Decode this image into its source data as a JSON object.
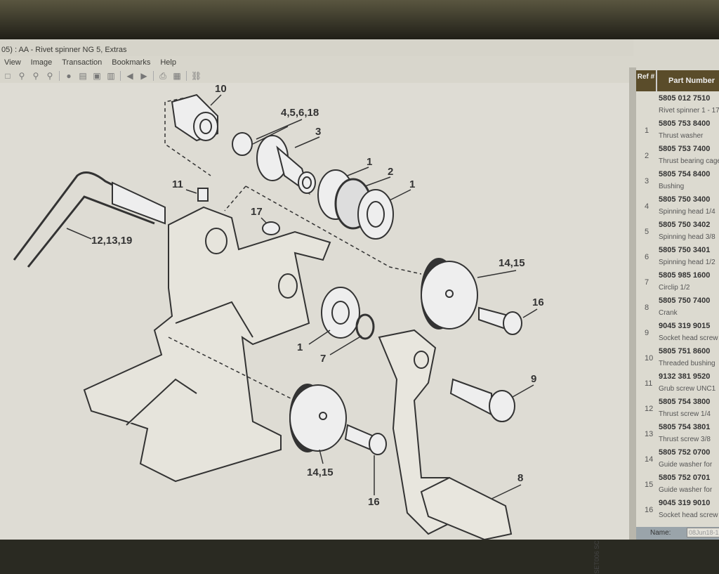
{
  "window": {
    "title": "05) : AA - Rivet spinner NG 5, Extras"
  },
  "menu": [
    "View",
    "Image",
    "Transaction",
    "Bookmarks",
    "Help"
  ],
  "toolbar": [
    "zoom-fit-icon",
    "zoom-in-icon",
    "zoom-out-icon",
    "zoom-area-icon",
    "info-icon",
    "document-icon",
    "picture-icon",
    "pages-icon",
    "previous-icon",
    "next-icon",
    "print-icon",
    "grid-icon",
    "link-icon"
  ],
  "diagram": {
    "labels": [
      "10",
      "4,5,6,18",
      "3",
      "1",
      "2",
      "1",
      "11",
      "17",
      "12,13,19",
      "14,15",
      "16",
      "1",
      "7",
      "9",
      "14,15",
      "16",
      "8"
    ],
    "watermark": "SET006 SC"
  },
  "parts": {
    "headers": {
      "ref": "Ref #",
      "part": "Part Number"
    },
    "rows": [
      {
        "ref": "",
        "part": "5805 012 7510",
        "desc": "Rivet spinner 1 - 17"
      },
      {
        "ref": "1",
        "part": "5805 753 8400",
        "desc": "Thrust washer"
      },
      {
        "ref": "2",
        "part": "5805 753 7400",
        "desc": "Thrust bearing cage"
      },
      {
        "ref": "3",
        "part": "5805 754 8400",
        "desc": "Bushing"
      },
      {
        "ref": "4",
        "part": "5805 750 3400",
        "desc": "Spinning head 1/4"
      },
      {
        "ref": "5",
        "part": "5805 750 3402",
        "desc": "Spinning head 3/8"
      },
      {
        "ref": "6",
        "part": "5805 750 3401",
        "desc": "Spinning head 1/2"
      },
      {
        "ref": "7",
        "part": "5805 985 1600",
        "desc": "Circlip 1/2"
      },
      {
        "ref": "8",
        "part": "5805 750 7400",
        "desc": "Crank"
      },
      {
        "ref": "9",
        "part": "9045 319 9015",
        "desc": "Socket head screw"
      },
      {
        "ref": "10",
        "part": "5805 751 8600",
        "desc": "Threaded bushing"
      },
      {
        "ref": "11",
        "part": "9132 381 9520",
        "desc": "Grub screw UNC1"
      },
      {
        "ref": "12",
        "part": "5805 754 3800",
        "desc": "Thrust screw 1/4"
      },
      {
        "ref": "13",
        "part": "5805 754 3801",
        "desc": "Thrust screw 3/8"
      },
      {
        "ref": "14",
        "part": "5805 752 0700",
        "desc": "Guide washer for"
      },
      {
        "ref": "15",
        "part": "5805 752 0701",
        "desc": "Guide washer for"
      },
      {
        "ref": "16",
        "part": "9045 319 9010",
        "desc": "Socket head screw"
      }
    ]
  },
  "namebar": {
    "label": "Name:",
    "value": "08Jun18-1"
  }
}
